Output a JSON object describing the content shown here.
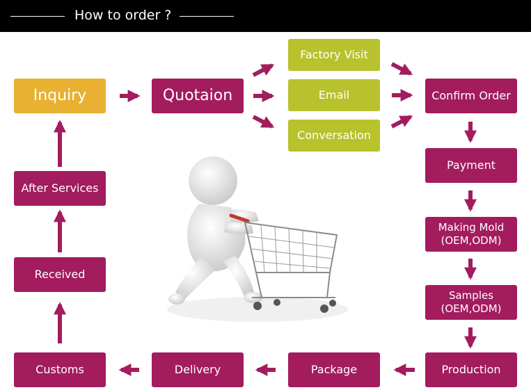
{
  "header": {
    "title": "How to order ?"
  },
  "steps": {
    "inquiry": "Inquiry",
    "quotation": "Quotaion",
    "factory_visit": "Factory Visit",
    "email": "Email",
    "conversation": "Conversation",
    "confirm_order": "Confirm Order",
    "payment": "Payment",
    "making_mold": "Making Mold\n(OEM,ODM)",
    "samples": "Samples\n(OEM,ODM)",
    "production": "Production",
    "package": "Package",
    "delivery": "Delivery",
    "customs": "Customs",
    "received": "Received",
    "after_services": "After Services"
  },
  "colors": {
    "header_bg": "#000000",
    "magenta": "#a31c5e",
    "green": "#b8c22d",
    "amber": "#e8b132",
    "arrow": "#a31c5e"
  },
  "illustration": {
    "icon": "person-pushing-shopping-cart-icon"
  }
}
